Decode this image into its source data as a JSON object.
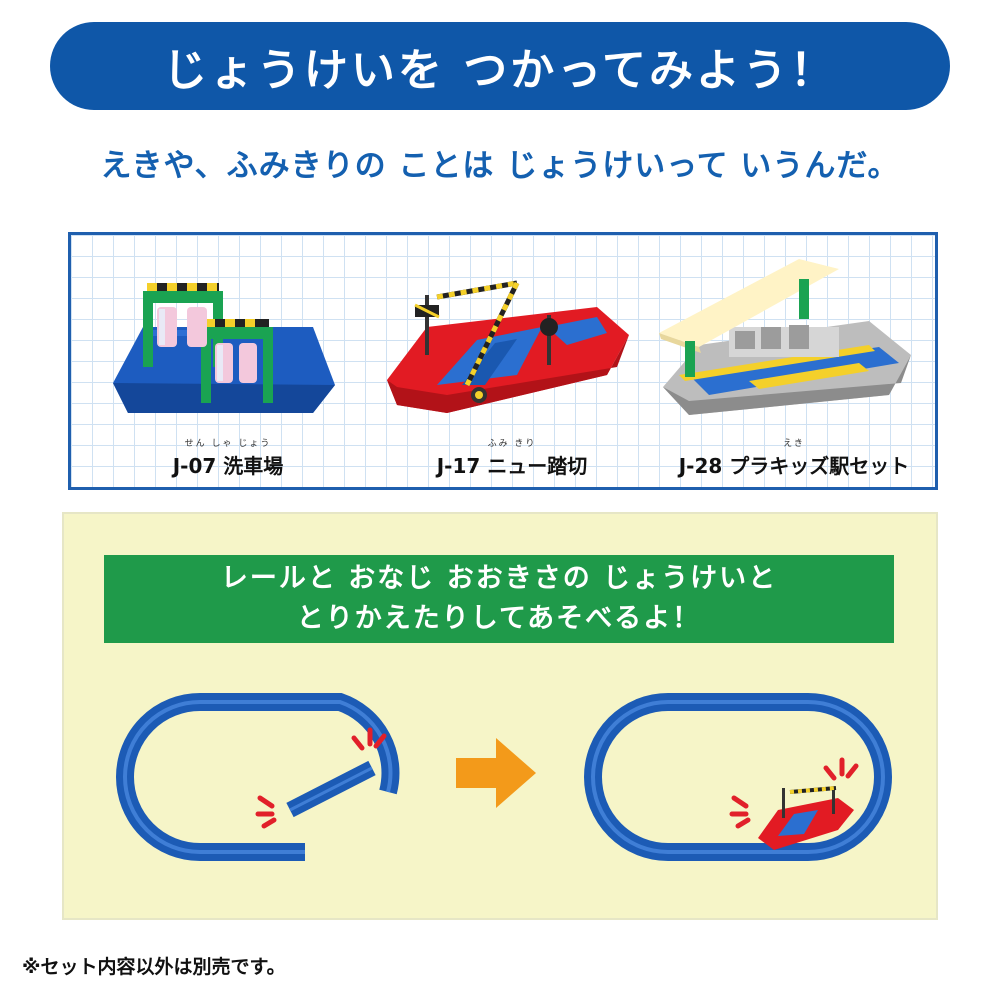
{
  "header": {
    "title": "じょうけいを つかってみよう！",
    "subtitle": "えきや、ふみきりの ことは じょうけいって いうんだ。"
  },
  "items": [
    {
      "code": "J-07",
      "name": "洗車場",
      "ruby": "せん しゃ じょう"
    },
    {
      "code": "J-17",
      "name": "ニュー踏切",
      "ruby": "ふみ きり"
    },
    {
      "code": "J-28",
      "name": "プラキッズ駅セット",
      "ruby": "えき"
    }
  ],
  "banner": {
    "line1": "レールと おなじ おおきさの じょうけいと",
    "line2": "とりかえたりしてあそべるよ！"
  },
  "footnote": "※セット内容以外は別売です。",
  "colors": {
    "title_bg": "#0f57a8",
    "subtitle_text": "#1460b0",
    "banner_bg": "#1f9a4a",
    "panel_bg": "#f6f5c8",
    "rail_blue": "#1c5bb5",
    "arrow_orange": "#f39a1a"
  }
}
